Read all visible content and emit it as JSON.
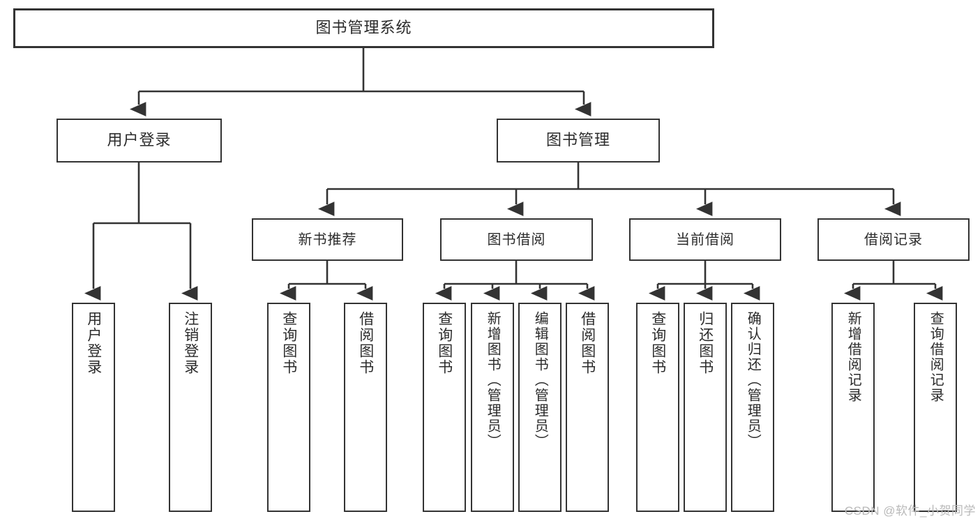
{
  "diagram": {
    "title": "图书管理系统",
    "type": "hierarchy-tree",
    "levels": 4,
    "root": {
      "id": "root",
      "label": "图书管理系统"
    },
    "level2": [
      {
        "id": "user-login",
        "label": "用户登录"
      },
      {
        "id": "book-manage",
        "label": "图书管理"
      }
    ],
    "level3": [
      {
        "id": "new-book-rec",
        "label": "新书推荐",
        "parent": "book-manage"
      },
      {
        "id": "book-borrow",
        "label": "图书借阅",
        "parent": "book-manage"
      },
      {
        "id": "current-borrow",
        "label": "当前借阅",
        "parent": "book-manage"
      },
      {
        "id": "borrow-record",
        "label": "借阅记录",
        "parent": "book-manage"
      }
    ],
    "leaves": [
      {
        "id": "leaf-user-login",
        "label": "用户登录",
        "parent": "user-login"
      },
      {
        "id": "leaf-user-logout",
        "label": "注销登录",
        "parent": "user-login"
      },
      {
        "id": "leaf-query-book-1",
        "label": "查询图书",
        "parent": "new-book-rec"
      },
      {
        "id": "leaf-borrow-book-1",
        "label": "借阅图书",
        "parent": "new-book-rec"
      },
      {
        "id": "leaf-query-book-2",
        "label": "查询图书",
        "parent": "book-borrow"
      },
      {
        "id": "leaf-add-book",
        "label": "新增图书（管理员）",
        "parent": "book-borrow"
      },
      {
        "id": "leaf-edit-book",
        "label": "编辑图书（管理员）",
        "parent": "book-borrow"
      },
      {
        "id": "leaf-borrow-book-2",
        "label": "借阅图书",
        "parent": "book-borrow"
      },
      {
        "id": "leaf-query-book-3",
        "label": "查询图书",
        "parent": "current-borrow"
      },
      {
        "id": "leaf-return-book",
        "label": "归还图书",
        "parent": "current-borrow"
      },
      {
        "id": "leaf-confirm-return",
        "label": "确认归还（管理员）",
        "parent": "current-borrow"
      },
      {
        "id": "leaf-add-record",
        "label": "新增借阅记录",
        "parent": "borrow-record"
      },
      {
        "id": "leaf-query-record",
        "label": "查询借阅记录",
        "parent": "borrow-record"
      }
    ],
    "colors": {
      "stroke": "#333333",
      "fill": "#ffffff",
      "text": "#2b2b2b",
      "watermark": "#b9b9b9"
    }
  },
  "watermark": {
    "text": "CSDN @软件_小贺同学"
  }
}
